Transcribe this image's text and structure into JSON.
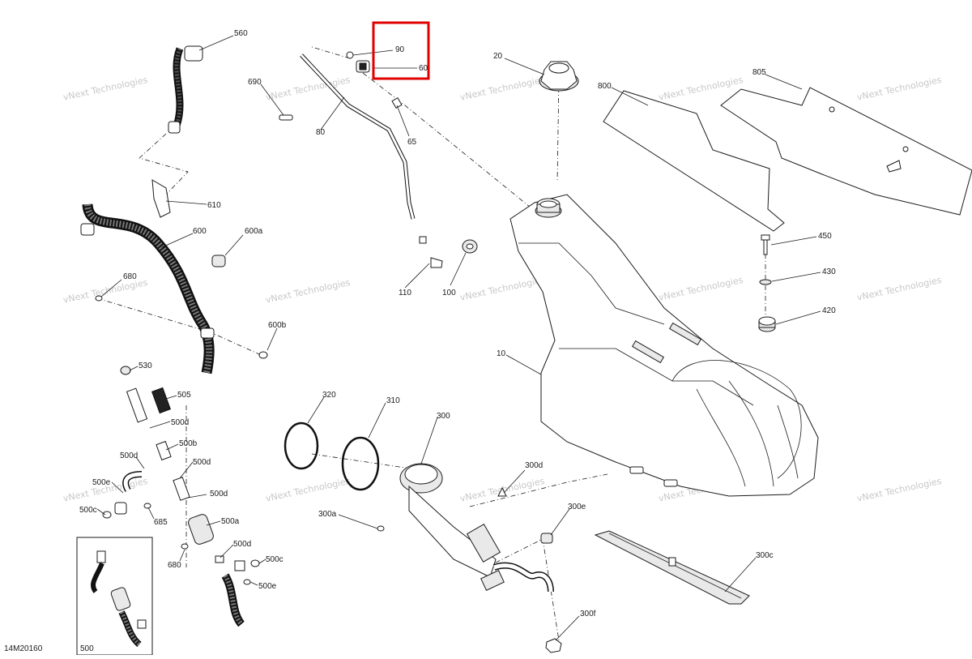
{
  "diagram_id": "14M20160",
  "watermark": "vNext Technologies",
  "highlight_color": "#e00000",
  "callouts": {
    "p560": "560",
    "p690": "690",
    "p80": "80",
    "p90": "90",
    "p60": "60",
    "p65": "65",
    "p20": "20",
    "p800": "800",
    "p805": "805",
    "p610": "610",
    "p600": "600",
    "p600a": "600a",
    "p680a": "680",
    "p110": "110",
    "p100": "100",
    "p450": "450",
    "p430": "430",
    "p420": "420",
    "p600b": "600b",
    "p10": "10",
    "p530": "530",
    "p505": "505",
    "p500d1": "500d",
    "p500b": "500b",
    "p500d2": "500d",
    "p500d3": "500d",
    "p500d4": "500d",
    "p500e1": "500e",
    "p500c1": "500c",
    "p685": "685",
    "p500a": "500a",
    "p500d5": "500d",
    "p680b": "680",
    "p500c2": "500c",
    "p500e2": "500e",
    "p500": "500",
    "p320": "320",
    "p310": "310",
    "p300": "300",
    "p300a": "300a",
    "p300d": "300d",
    "p300e": "300e",
    "p300c": "300c",
    "p300f": "300f"
  }
}
